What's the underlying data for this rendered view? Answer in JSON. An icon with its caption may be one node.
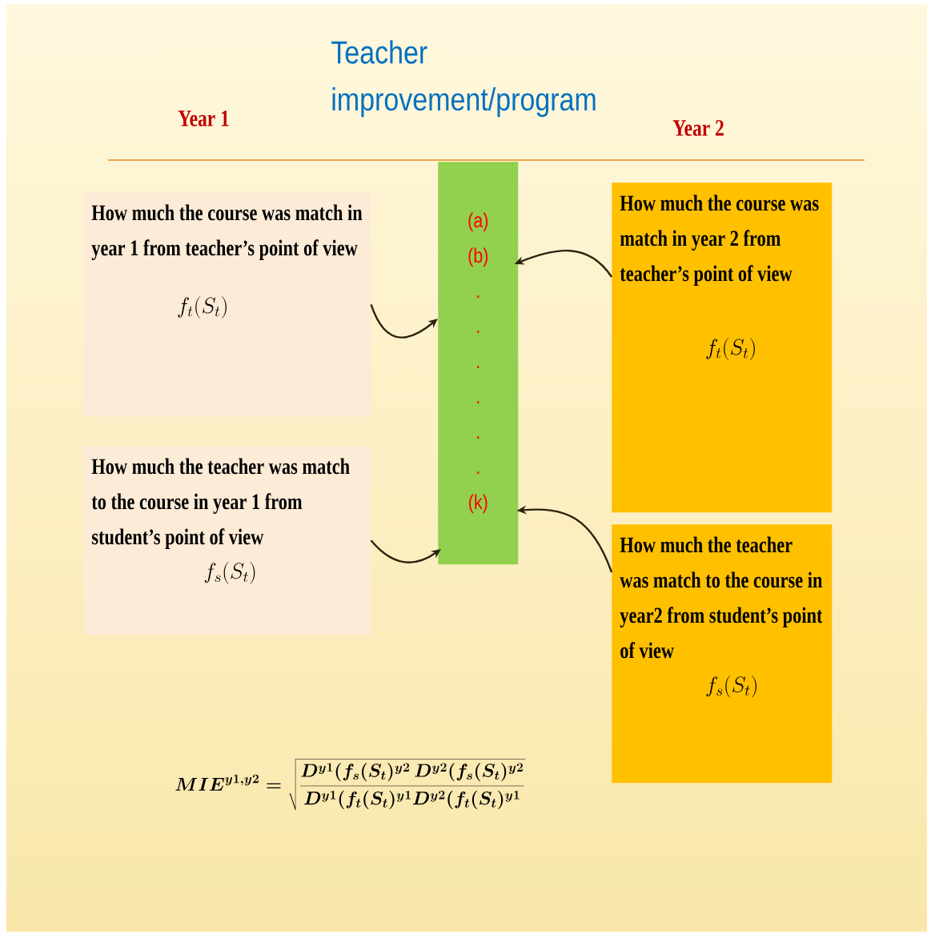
{
  "diagram": {
    "title": "Teacher improvement/program",
    "nodes": [
      {
        "text": [
          "How much the course was match in year 1 from teacher’s point of view",
          "f_t(S_t)"
        ]
      },
      {
        "text": [
          "How much the teacher was match to the course in year 1 from student’s point of view",
          "f_s(S_t)"
        ]
      },
      {
        "text": [
          "(a)",
          "(b)",
          ".",
          ".",
          ".",
          ".",
          ".",
          ".",
          "(k)"
        ]
      },
      {
        "text": [
          "How much the course was match in year 2 from teacher’s point of view",
          "f_t(S_t)"
        ]
      },
      {
        "text": [
          "How much the teacher was match to the course in year2 from student’s point of view",
          "f_s(S_t)"
        ]
      }
    ],
    "edges": [
      {
        "from": 0,
        "to": 2,
        "arrow": "to"
      },
      {
        "from": 1,
        "to": 2,
        "arrow": "to"
      },
      {
        "from": 3,
        "to": 2,
        "arrow": "to"
      },
      {
        "from": 4,
        "to": 2,
        "arrow": "to"
      }
    ],
    "labels": [
      "Year 1",
      "Year 2",
      "MIE^{y1,y2} = \\sqrt{\\frac{D^{y1}(f_s(S_t)^{y2}\\,D^{y2}(f_s(S_t)^{y2}}{D^{y1}(f_t(S_t)^{y1}D^{y2}(f_t(S_t)^{y1}}}"
    ]
  }
}
